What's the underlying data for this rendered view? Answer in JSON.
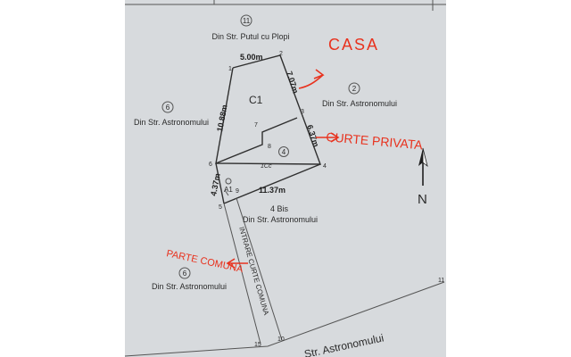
{
  "parcels": {
    "top": {
      "number": "11",
      "label": "Din Str. Putul cu Plopi"
    },
    "right": {
      "number": "2",
      "label": "Din Str. Astronomului"
    },
    "left_upper": {
      "number": "6",
      "label": "Din Str. Astronomului"
    },
    "left_lower": {
      "number": "6",
      "label": "Din Str. Astronomului"
    },
    "center": {
      "number": "4 Bis",
      "label": "Din Str. Astronomului"
    }
  },
  "building": {
    "label": "C1"
  },
  "courtyard": {
    "number": "4",
    "label": "1Cc"
  },
  "access": {
    "label": "A1",
    "strip_label": "INTRARE CURTE COMUNA"
  },
  "street": {
    "label": "Str. Astronomului"
  },
  "dimensions": {
    "top": "5.00m",
    "right_upper": "7.07m",
    "right_lower": "6.37m",
    "left": "10.88m",
    "left_lower": "4.37m",
    "bottom": "11.37m"
  },
  "points": {
    "p1": "1",
    "p2": "2",
    "p3": "3",
    "p4": "4",
    "p5": "5",
    "p6": "6",
    "p7": "7",
    "p8": "8",
    "p9": "9",
    "p10": "10",
    "p11": "11",
    "p15": "15"
  },
  "north": {
    "label": "N"
  },
  "annotations": {
    "casa": "CASA",
    "curte_privata": "CURTE PRIVATA",
    "parte_comuna": "PARTE COMUNA"
  },
  "colors": {
    "annotation": "#e8321e",
    "paper": "#d7dadd",
    "ink": "#2f2f2f"
  }
}
